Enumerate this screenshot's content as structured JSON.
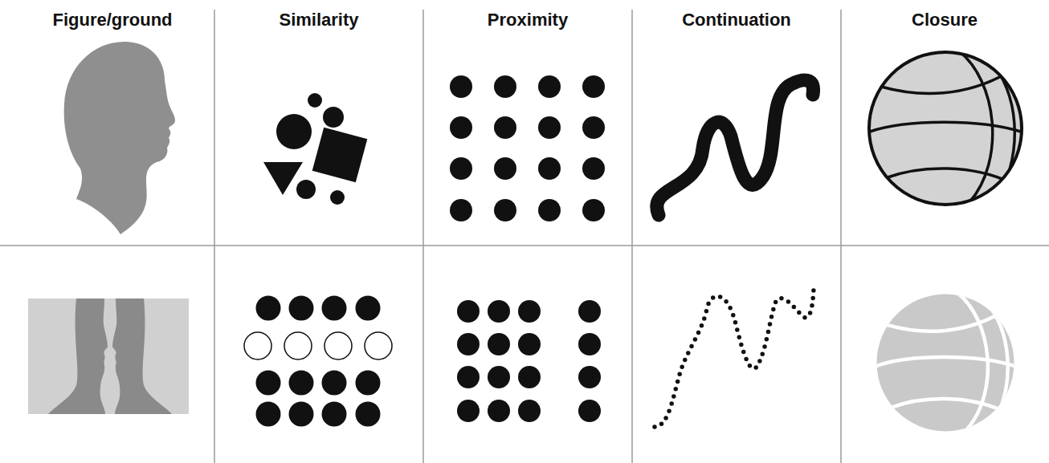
{
  "diagram": {
    "labels": [
      "Figure/ground",
      "Similarity",
      "Proximity",
      "Continuation",
      "Closure"
    ]
  }
}
